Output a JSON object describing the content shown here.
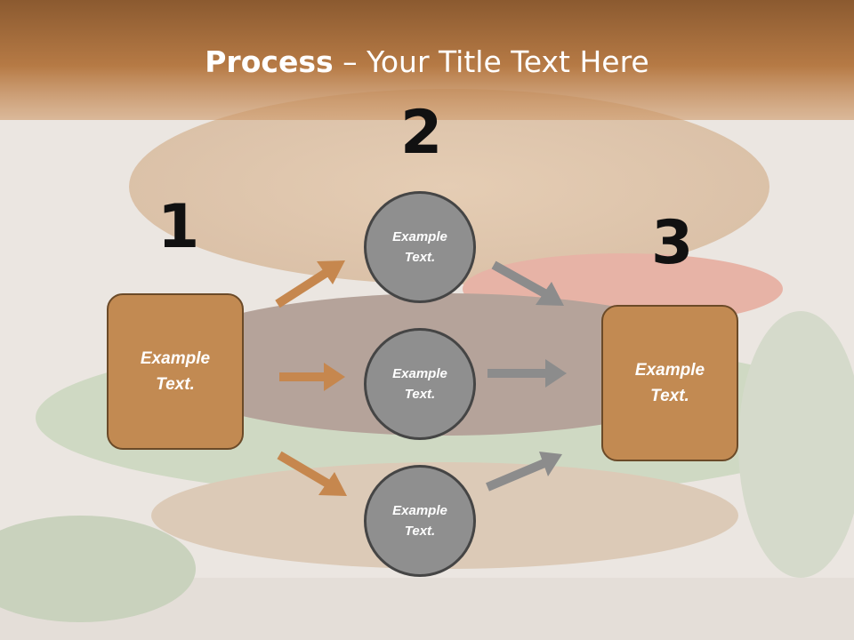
{
  "title": {
    "bold": "Process",
    "rest": " – Your Title Text Here"
  },
  "steps": {
    "one": "1",
    "two": "2",
    "three": "3"
  },
  "left_box": {
    "line1": "Example",
    "line2": "Text."
  },
  "right_box": {
    "line1": "Example",
    "line2": "Text."
  },
  "circles": [
    {
      "line1": "Example",
      "line2": "Text."
    },
    {
      "line1": "Example",
      "line2": "Text."
    },
    {
      "line1": "Example",
      "line2": "Text."
    }
  ],
  "colors": {
    "header": "#a8693a",
    "box_fill": "#c28a52",
    "box_border": "#6b4a28",
    "circle_fill": "#8f8f8f",
    "circle_border": "#454545",
    "arrow_left": "#c6874e",
    "arrow_right": "#8c8c8c"
  }
}
